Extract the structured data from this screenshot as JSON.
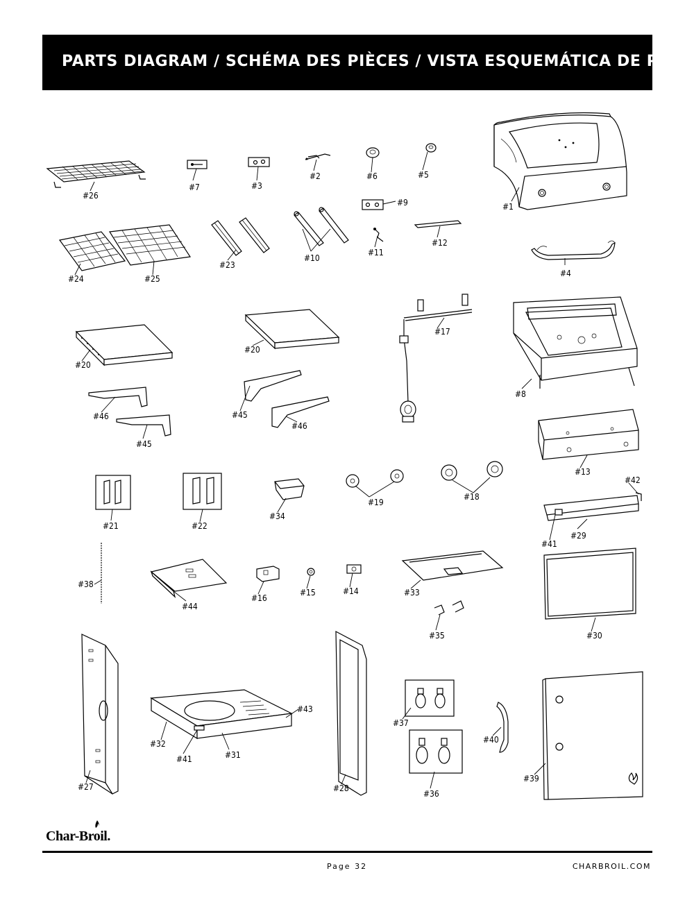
{
  "header": {
    "title": "PARTS DIAGRAM / SCHÉMA DES PIÈCES / VISTA ESQUEMÁTICA DE PIEZAS"
  },
  "parts": {
    "p1": "#1",
    "p2": "#2",
    "p3": "#3",
    "p4": "#4",
    "p5": "#5",
    "p6": "#6",
    "p7": "#7",
    "p8": "#8",
    "p9": "#9",
    "p10": "#10",
    "p11": "#11",
    "p12": "#12",
    "p13": "#13",
    "p14": "#14",
    "p15": "#15",
    "p16": "#16",
    "p17": "#17",
    "p18": "#18",
    "p19": "#19",
    "p20a": "#20",
    "p20b": "#20",
    "p21": "#21",
    "p22": "#22",
    "p23": "#23",
    "p24": "#24",
    "p25": "#25",
    "p26": "#26",
    "p27": "#27",
    "p28": "#28",
    "p29": "#29",
    "p30": "#30",
    "p31": "#31",
    "p32": "#32",
    "p33": "#33",
    "p34": "#34",
    "p35": "#35",
    "p36": "#36",
    "p37": "#37",
    "p38": "#38",
    "p39": "#39",
    "p40": "#40",
    "p41a": "#41",
    "p41b": "#41",
    "p42": "#42",
    "p43": "#43",
    "p44": "#44",
    "p45a": "#45",
    "p45b": "#45",
    "p46a": "#46",
    "p46b": "#46"
  },
  "footer": {
    "logo": "Char-Broil.",
    "page": "Page 32",
    "website": "CHARBROIL.COM"
  }
}
